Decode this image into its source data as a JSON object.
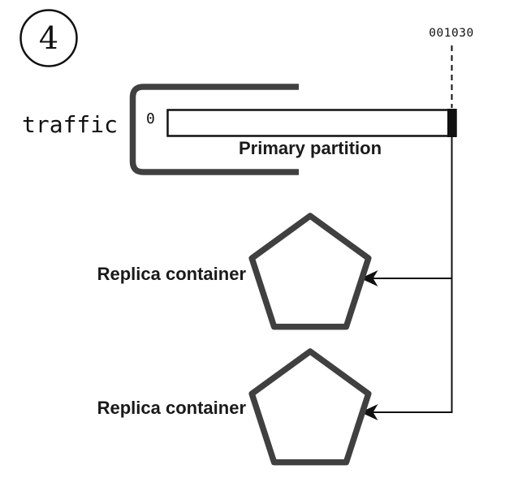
{
  "diagram": {
    "step_number": "4",
    "offset_label": "001030",
    "traffic_label": "traffic",
    "partition_index_label": "0",
    "primary_partition_label": "Primary partition",
    "replica_labels": [
      "Replica container",
      "Replica container"
    ],
    "colors": {
      "ink": "#111111",
      "shape_gray": "#404040",
      "background": "#ffffff"
    }
  }
}
